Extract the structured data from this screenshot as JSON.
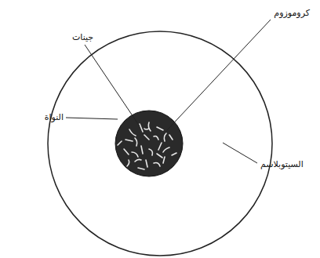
{
  "diagram": {
    "labels": [
      "كروموزوم",
      "جينات",
      "النواة",
      "السيتوبلاسم"
    ]
  }
}
